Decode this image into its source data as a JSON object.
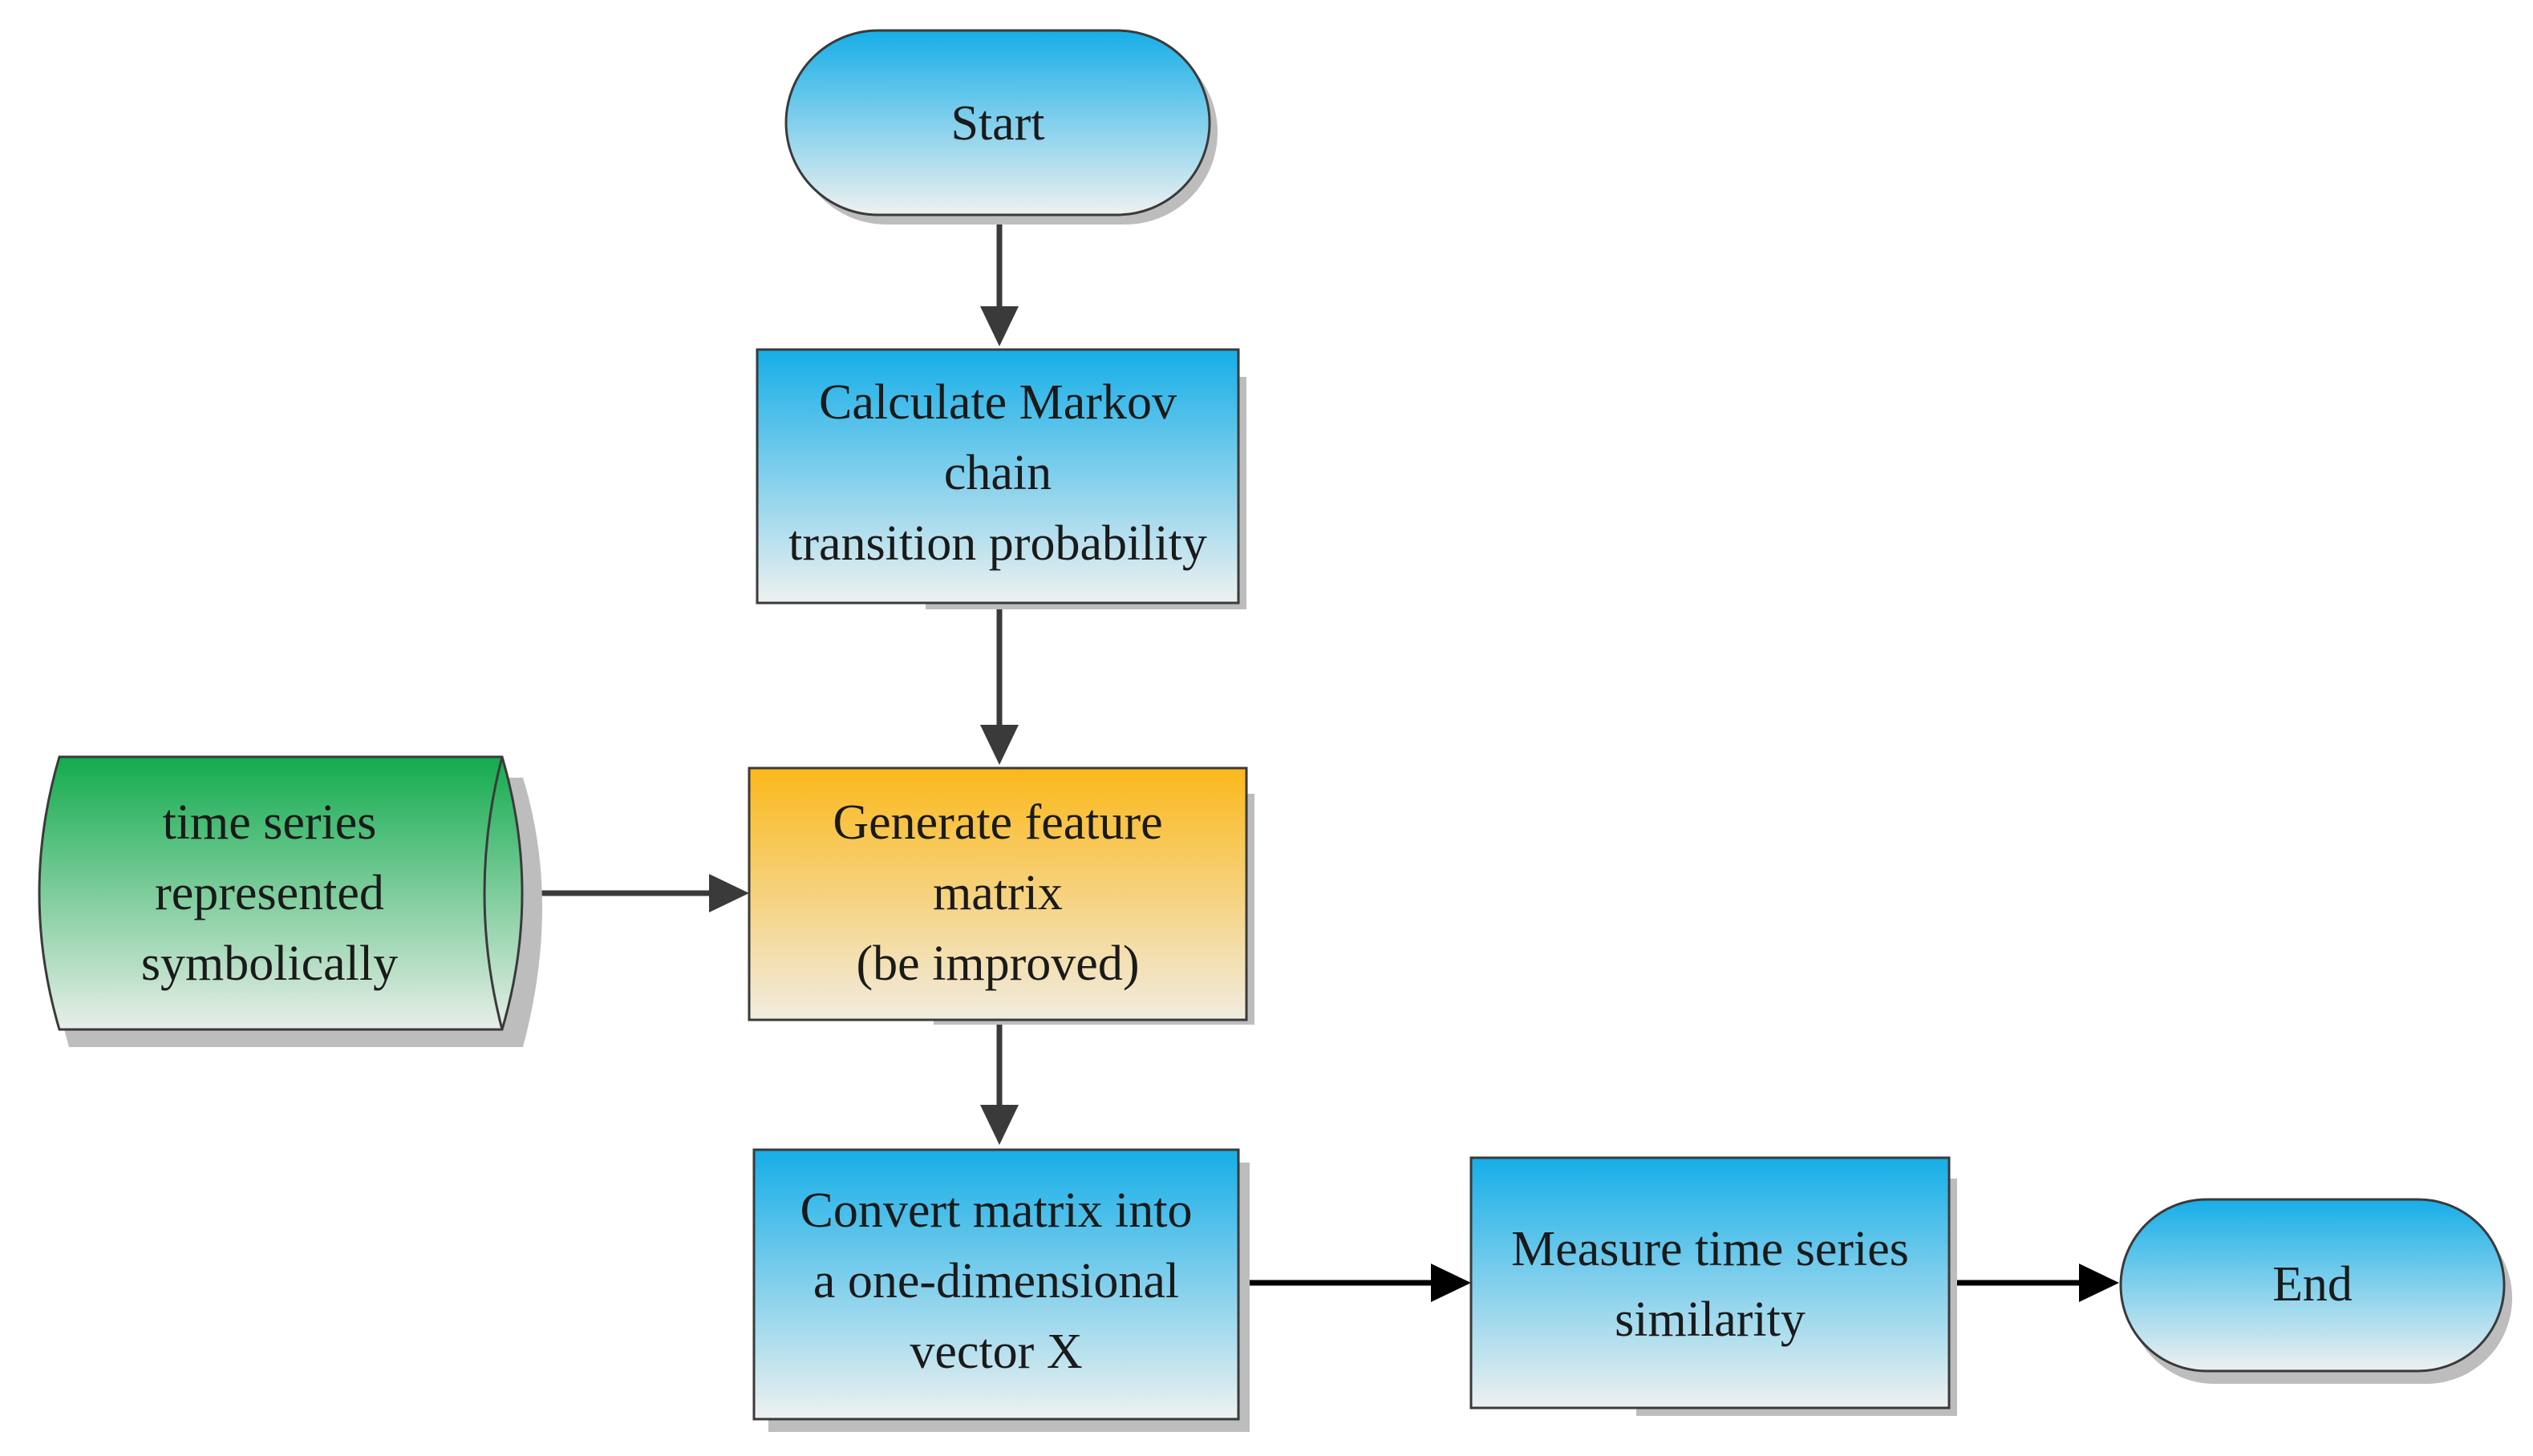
{
  "nodes": {
    "start": {
      "lines": [
        "Start"
      ]
    },
    "markov": {
      "lines": [
        "Calculate Markov",
        "chain",
        "transition probability"
      ]
    },
    "feature": {
      "lines": [
        "Generate feature",
        "matrix",
        "(be improved)"
      ]
    },
    "symbolic": {
      "lines": [
        "time series",
        "represented",
        "symbolically"
      ]
    },
    "convert": {
      "lines": [
        "Convert matrix into",
        "a one-dimensional",
        "vector X"
      ]
    },
    "measure": {
      "lines": [
        "Measure time series",
        "similarity"
      ]
    },
    "end": {
      "lines": [
        "End"
      ]
    }
  },
  "colors": {
    "blue_top": "#16aee8",
    "blue_bottom": "#eef1f0",
    "orange_top": "#fbb81b",
    "orange_bottom": "#f1ece0",
    "green_top": "#13ab4e",
    "green_bottom": "#e8eee9",
    "stroke": "#3a3a3a",
    "shadow": "#bdbdbd"
  }
}
